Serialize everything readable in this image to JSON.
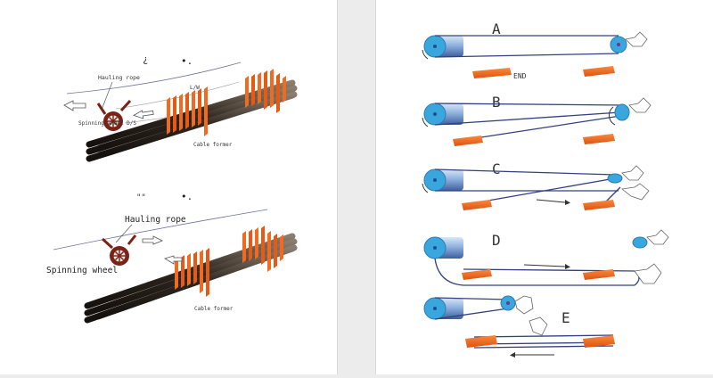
{
  "left_panel": {
    "top_diagram": {
      "marks": [
        "¿",
        "•."
      ],
      "hauling_rope_label": "Hauling rope",
      "lw_label": "L/W",
      "spinning_wheel_label": "Spinning wheel D/S",
      "cable_former_label": "Cable former"
    },
    "bottom_diagram": {
      "marks": [
        "\"\"",
        "•."
      ],
      "hauling_rope_label": "Hauling rope",
      "spinning_wheel_label": "Spinning wheel",
      "cable_former_label": "Cable former"
    }
  },
  "right_panel": {
    "steps": [
      "A",
      "B",
      "C",
      "D",
      "E"
    ],
    "end_label": "END"
  },
  "colors": {
    "drum_blue": "#39a6dd",
    "anchor_orange": "#ef6a1f",
    "rope_navy": "#33407f",
    "wheel_red": "#7a2216",
    "strand_dark": "#3a3028"
  }
}
